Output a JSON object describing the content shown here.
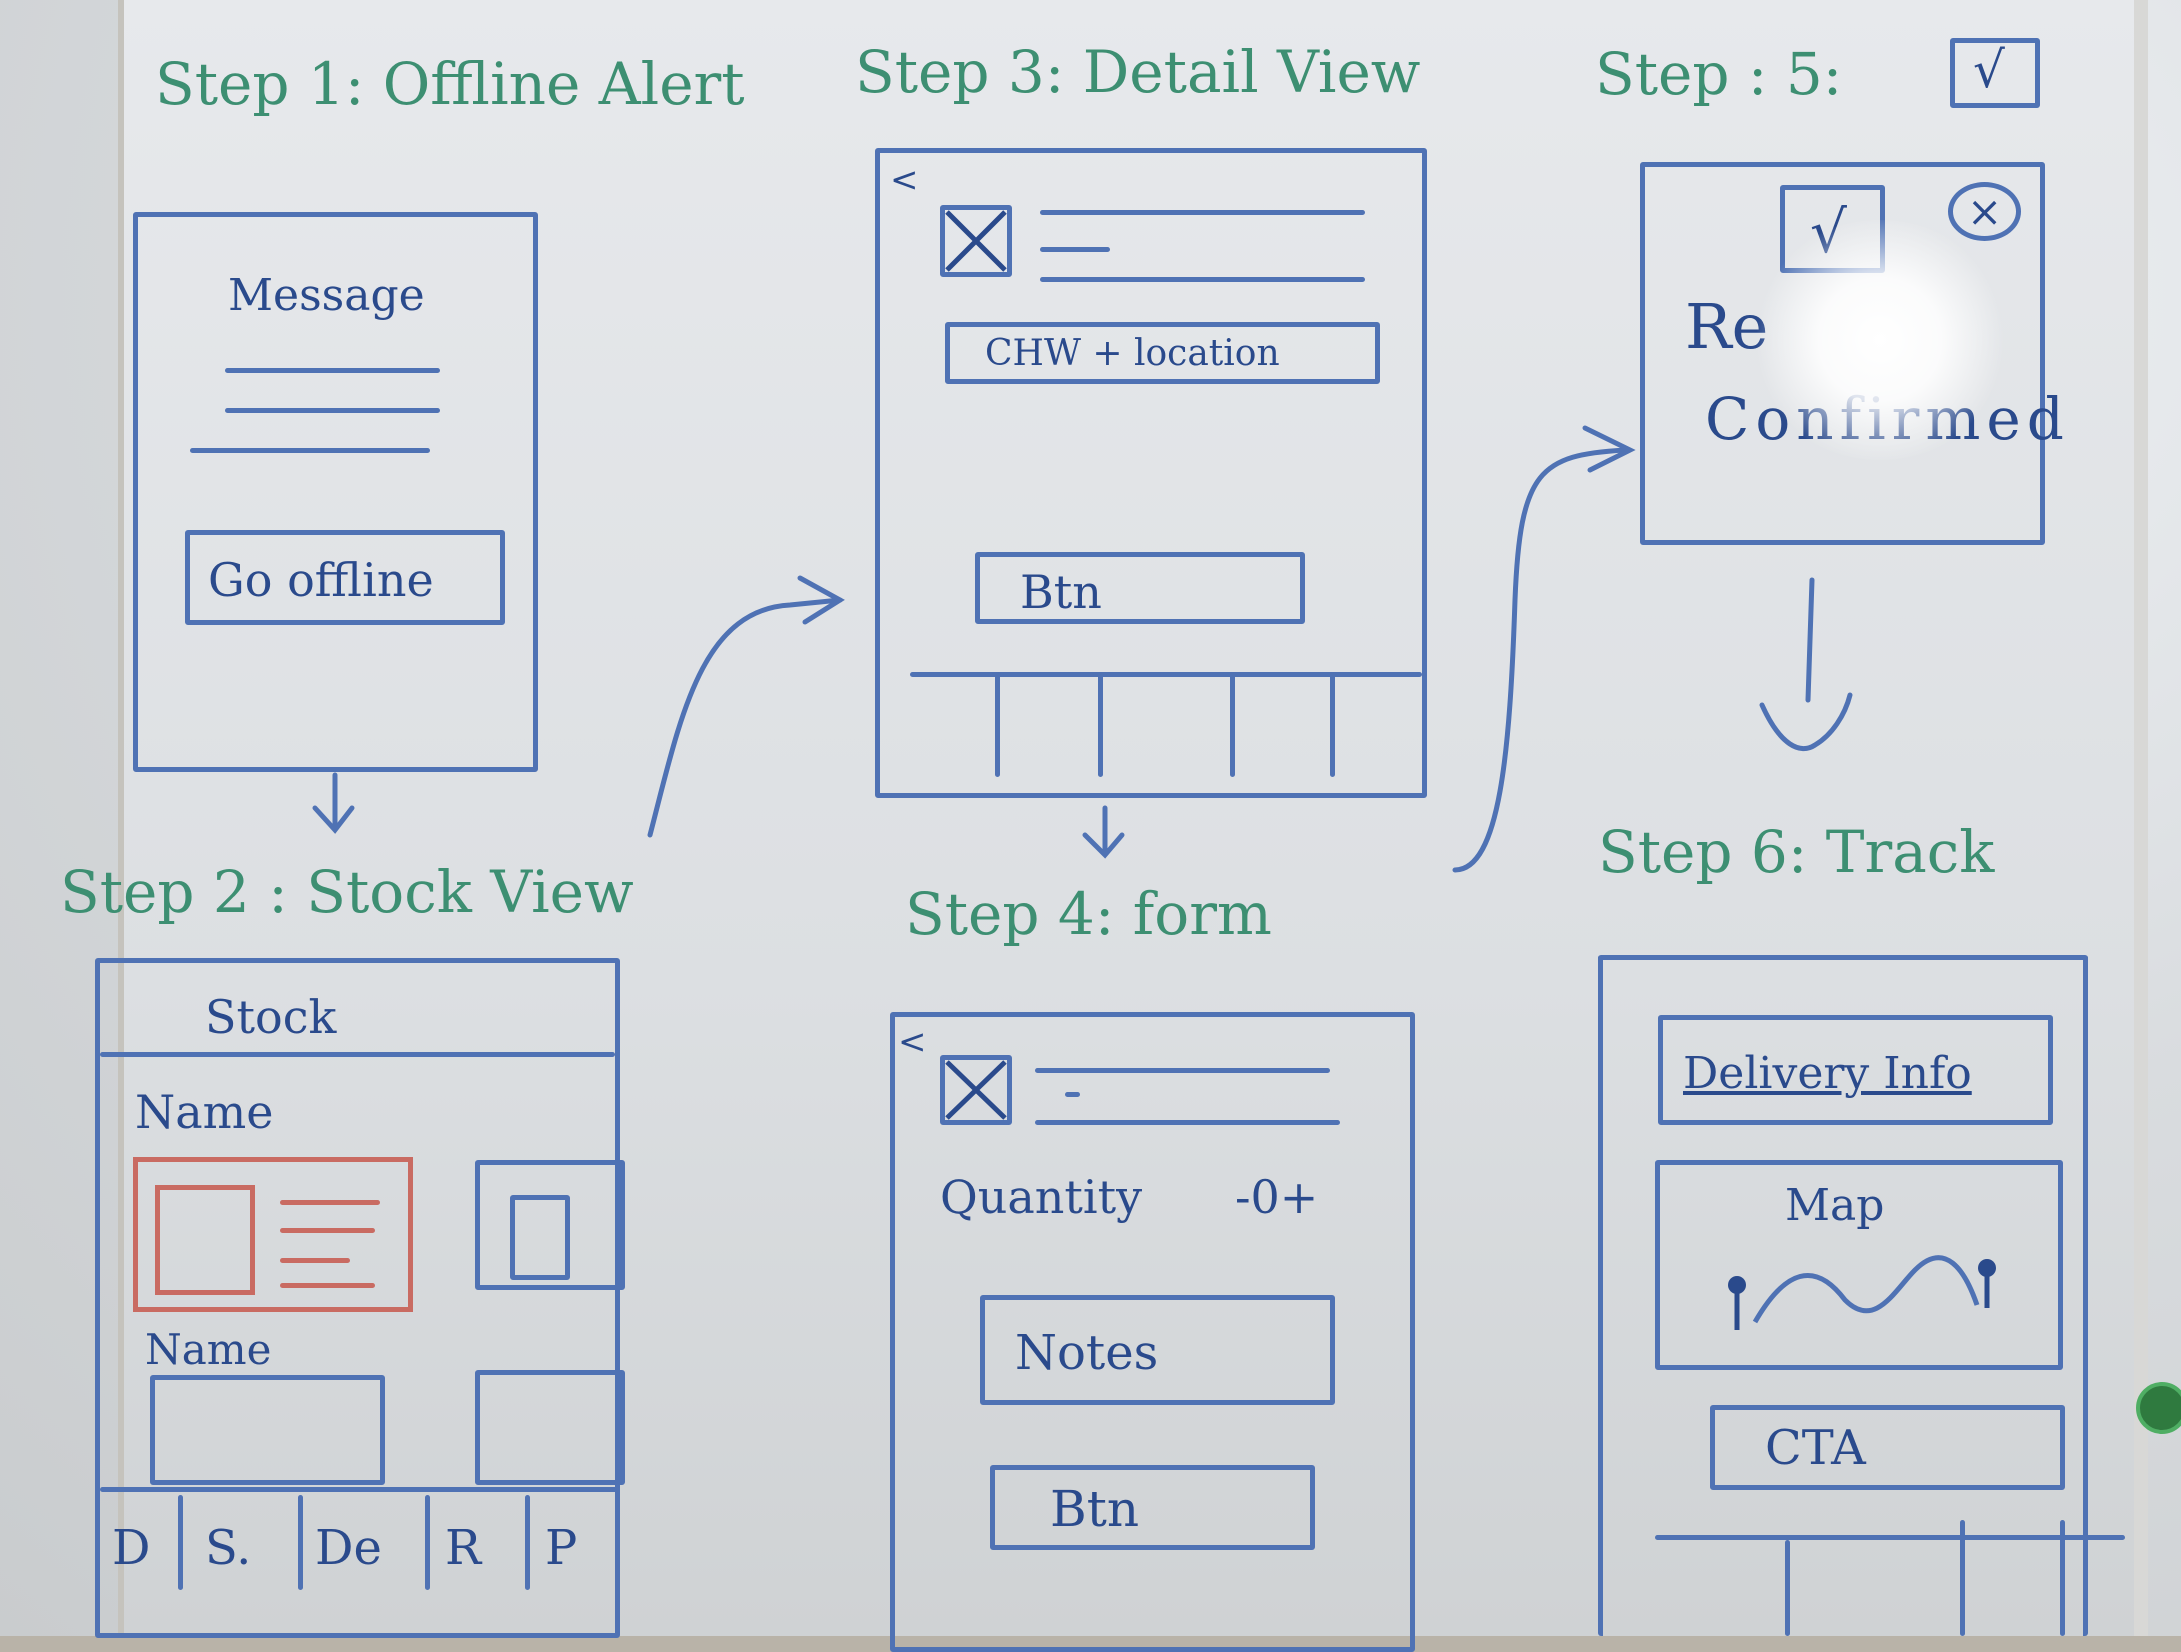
{
  "colors": {
    "heading": "#3d8f72",
    "sketch": "#4f72b4",
    "highlight": "#c96b62"
  },
  "steps": {
    "s1": {
      "title": "Step 1: Offline Alert",
      "message": "Message",
      "button": "Go offline"
    },
    "s2": {
      "title": "Step 2 : Stock View",
      "header": "Stock",
      "name1": "Name",
      "name2": "Name",
      "tabs": [
        "D",
        "S.",
        "De",
        "R",
        "P"
      ]
    },
    "s3": {
      "title": "Step 3: Detail View",
      "info": "CHW + location",
      "button": "Btn"
    },
    "s4": {
      "title": "Step 4: form",
      "quantity": "Quantity",
      "stepper": "-0+",
      "notes": "Notes",
      "button": "Btn"
    },
    "s5": {
      "title": "Step :  5:",
      "confirm_top": "Re",
      "confirm_bottom": "Confirmed"
    },
    "s6": {
      "title": "Step 6: Track",
      "delivery": "Delivery Info",
      "map": "Map",
      "cta": "CTA"
    }
  }
}
